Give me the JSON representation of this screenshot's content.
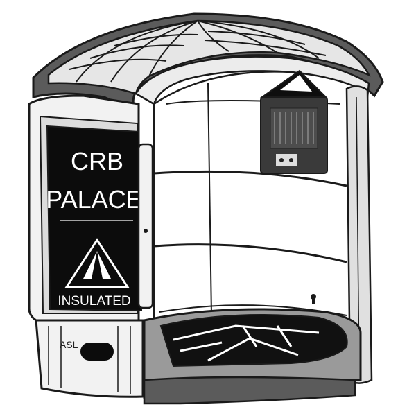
{
  "product": {
    "door_title_line1": "CRB",
    "door_title_line2": "PALACE",
    "badge_text": "INSULATED",
    "base_label": "ASL"
  },
  "colors": {
    "outline": "#1a1a1a",
    "roof_dark": "#5b5b5b",
    "roof_light": "#e6e6e6",
    "wall_light": "#f2f2f2",
    "wall_mid": "#9a9a9a",
    "door_black": "#0c0c0c",
    "heater_body": "#3a3a3a",
    "floor_black": "#111111"
  },
  "icons": [
    "warning-triangle-icon",
    "keyhole-icon",
    "heater-device"
  ]
}
